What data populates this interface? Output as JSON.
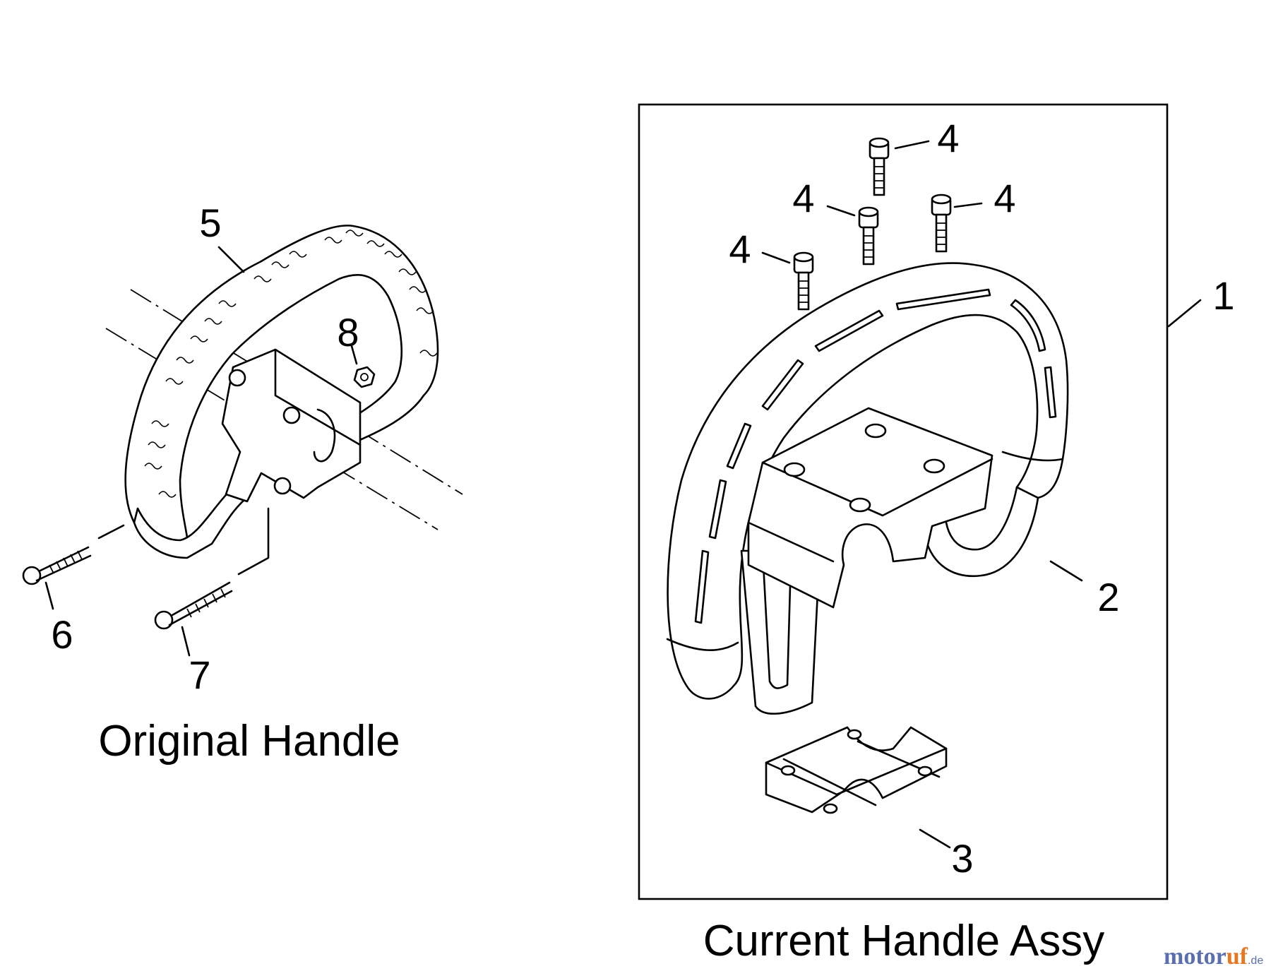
{
  "captions": {
    "original": "Original Handle",
    "current": "Current Handle Assy"
  },
  "callouts": {
    "c1": "1",
    "c2": "2",
    "c3": "3",
    "c4a": "4",
    "c4b": "4",
    "c4c": "4",
    "c4d": "4",
    "c5": "5",
    "c6": "6",
    "c7": "7",
    "c8": "8"
  },
  "watermark": {
    "brand_a": "motor",
    "brand_b": "uf",
    "tld": ".de"
  }
}
